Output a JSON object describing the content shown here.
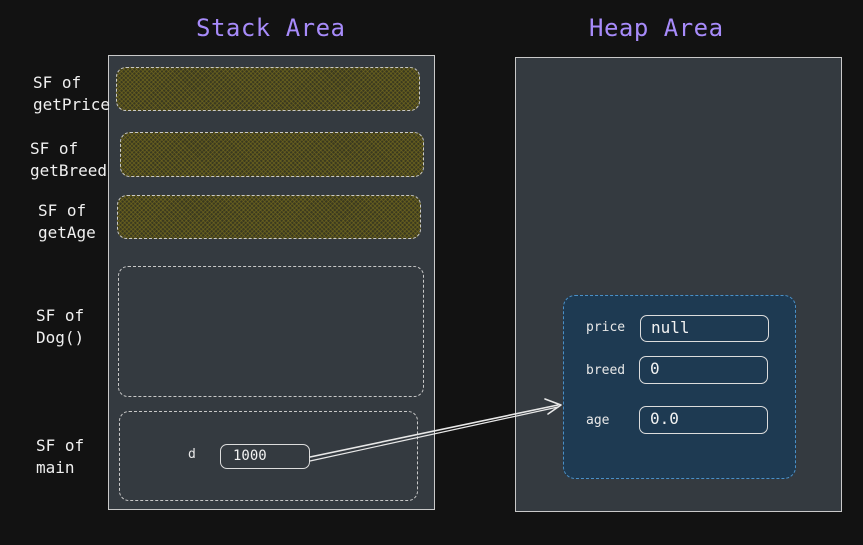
{
  "titles": {
    "stack": "Stack Area",
    "heap": "Heap Area"
  },
  "stack_frames": [
    {
      "line1": "SF of",
      "line2": "getPrice"
    },
    {
      "line1": "SF of",
      "line2": "getBreed"
    },
    {
      "line1": "SF of",
      "line2": "getAge"
    },
    {
      "line1": "SF of",
      "line2": "Dog()"
    },
    {
      "line1": "SF of",
      "line2": "main"
    }
  ],
  "main_frame": {
    "var_name": "d",
    "var_value": "1000"
  },
  "heap_object": {
    "fields": [
      {
        "name": "price",
        "value": "null"
      },
      {
        "name": "breed",
        "value": "0"
      },
      {
        "name": "age",
        "value": "0.0"
      }
    ]
  },
  "colors": {
    "background": "#121212",
    "title": "#a78bfa",
    "panel": "#343a40",
    "hatched_frame": "#3b3a1f",
    "object_fill": "#1e3a52",
    "object_border": "#4a90c8"
  }
}
